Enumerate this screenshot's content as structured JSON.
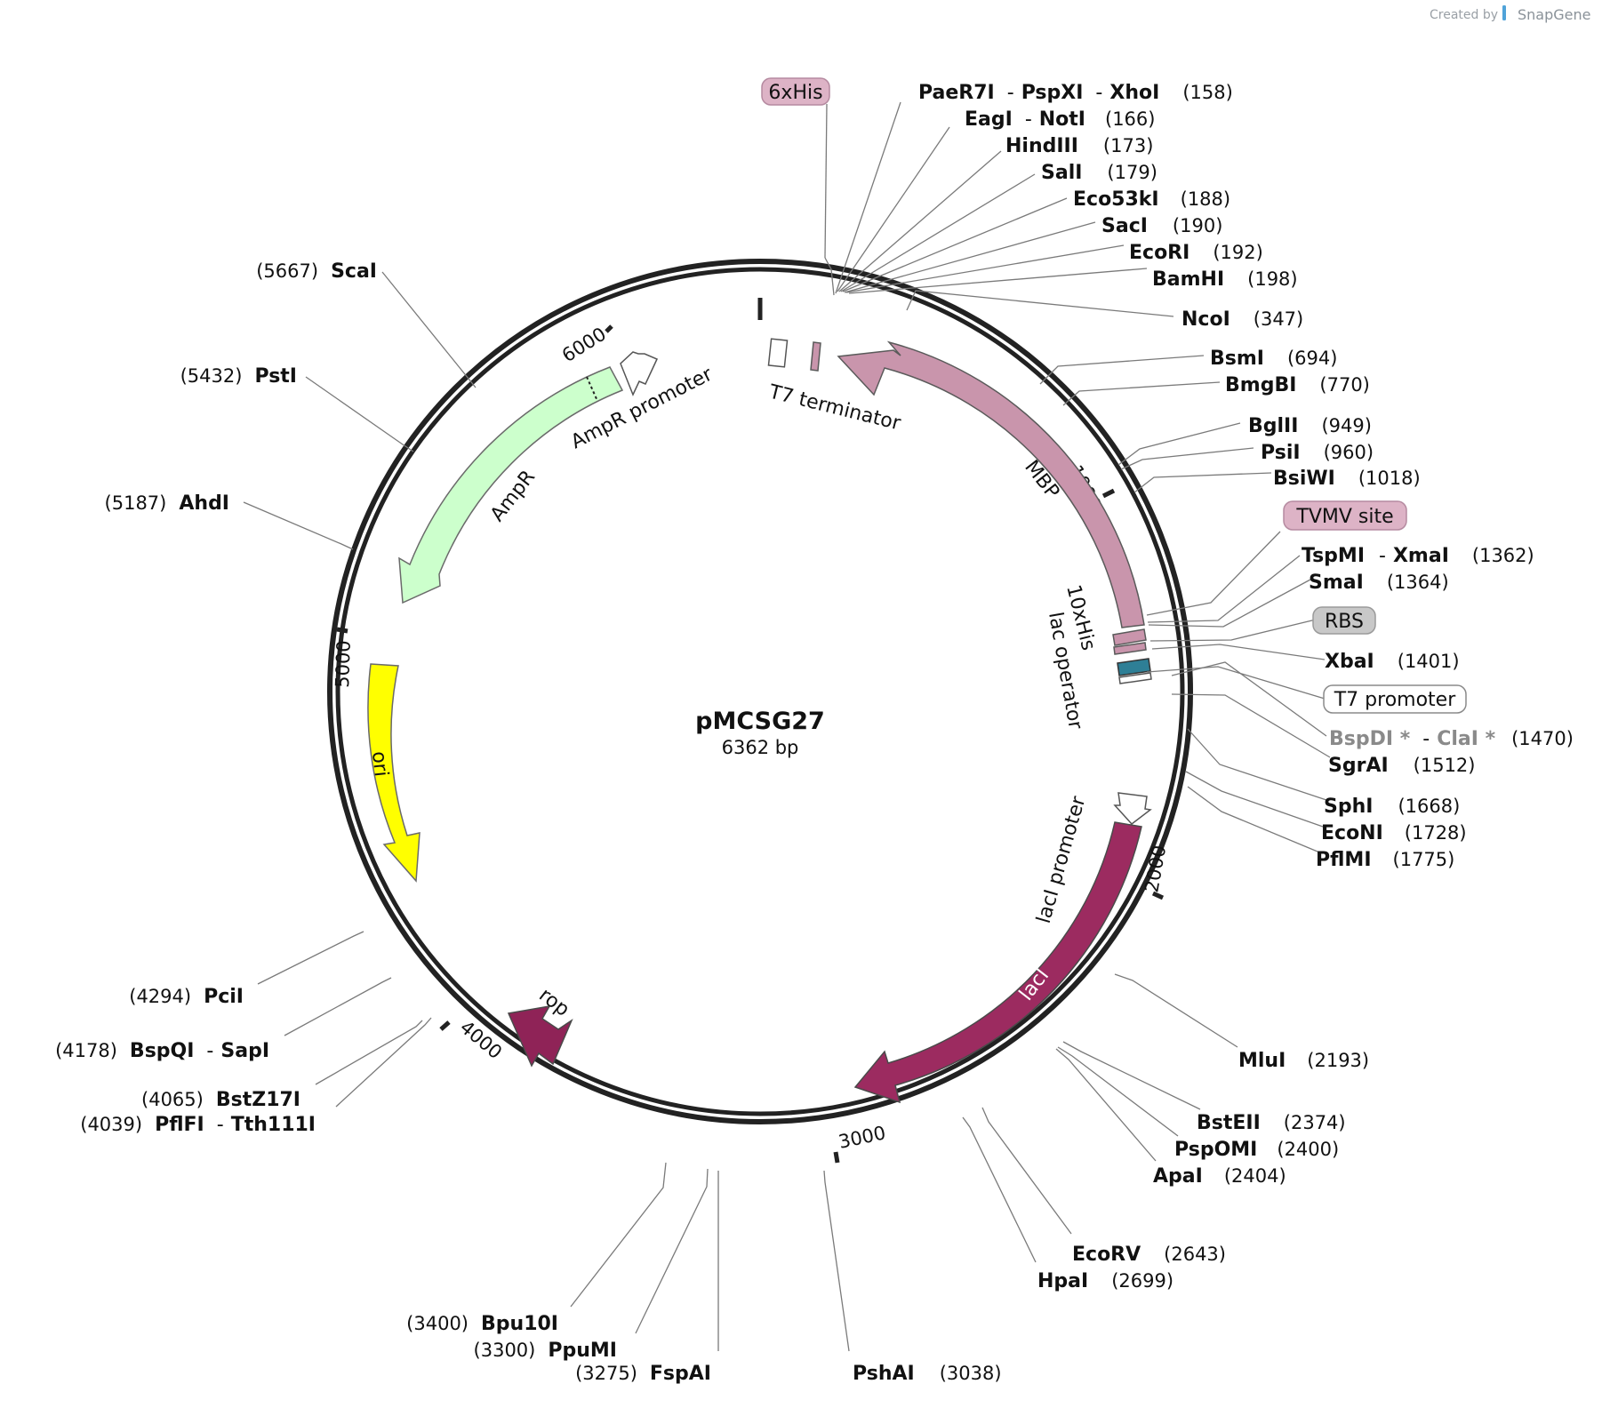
{
  "brand": {
    "created_by": "Created by",
    "product": "SnapGene",
    "accent": "#4fa3d9"
  },
  "plasmid": {
    "name": "pMCSG27",
    "length_label": "6362 bp",
    "length_bp": 6362
  },
  "ticks": [
    {
      "bp": 0,
      "label": ""
    },
    {
      "bp": 1000,
      "label": "1000"
    },
    {
      "bp": 2000,
      "label": "2000"
    },
    {
      "bp": 3000,
      "label": "3000"
    },
    {
      "bp": 4000,
      "label": "4000"
    },
    {
      "bp": 5000,
      "label": "5000"
    },
    {
      "bp": 6000,
      "label": "6000"
    }
  ],
  "features": [
    {
      "name": "MBP",
      "start": 210,
      "end": 1310,
      "color": "#c995ac",
      "label_color": "#111111",
      "direction": "forward"
    },
    {
      "name": "lacI",
      "start": 1880,
      "end": 2960,
      "color": "#9c2b60",
      "label_color": "#ffffff",
      "direction": "forward"
    },
    {
      "name": "rop",
      "start": 3770,
      "end": 3960,
      "color": "#8f2357",
      "label_color": "#111111",
      "direction": "reverse"
    },
    {
      "name": "ori",
      "start": 4320,
      "end": 4910,
      "color": "#ffff00",
      "label_color": "#111111",
      "direction": "reverse"
    },
    {
      "name": "AmpR",
      "start": 5220,
      "end": 5920,
      "color": "#ccffcc",
      "label_color": "#111111",
      "direction": "reverse"
    },
    {
      "name": "AmpR promoter",
      "start": 5930,
      "end": 6040,
      "color": "#ffffff",
      "label_color": "#111111",
      "direction": "reverse"
    },
    {
      "name": "lacI promoter",
      "start": 1800,
      "end": 1870,
      "color": "#ffffff",
      "label_color": "#111111",
      "direction": "reverse"
    },
    {
      "name": "T7 terminator",
      "start": 6300,
      "end": 6340,
      "color": "#ffffff",
      "label_color": "#111111",
      "direction": "none"
    },
    {
      "name": "10xHis",
      "start": 1330,
      "end": 1360,
      "color": "#c995ac",
      "label_color": "#111111",
      "direction": "none"
    },
    {
      "name": "lac operator",
      "start": 1425,
      "end": 1450,
      "color": "#2e7f96",
      "label_color": "#111111",
      "direction": "none"
    }
  ],
  "feature_boxes": [
    {
      "label": "6xHis",
      "fill": "#ddb3c6",
      "stroke": "#b58aa0"
    },
    {
      "label": "TVMV site",
      "fill": "#ddb3c6",
      "stroke": "#b58aa0"
    },
    {
      "label": "RBS",
      "fill": "#c8c8c8",
      "stroke": "#9a9a9a"
    },
    {
      "label": "T7 promoter",
      "fill": "#ffffff",
      "stroke": "#8a8a8a"
    }
  ],
  "sites": [
    {
      "id": "paer7i",
      "names": [
        "PaeR7I",
        "PspXI",
        "XhoI"
      ],
      "pos": "(158)",
      "bp": 158
    },
    {
      "id": "eagi",
      "names": [
        "EagI",
        "NotI"
      ],
      "pos": "(166)",
      "bp": 166
    },
    {
      "id": "hindiii",
      "names": [
        "HindIII"
      ],
      "pos": "(173)",
      "bp": 173
    },
    {
      "id": "sali",
      "names": [
        "SalI"
      ],
      "pos": "(179)",
      "bp": 179
    },
    {
      "id": "eco53ki",
      "names": [
        "Eco53kI"
      ],
      "pos": "(188)",
      "bp": 188
    },
    {
      "id": "saci",
      "names": [
        "SacI"
      ],
      "pos": "(190)",
      "bp": 190
    },
    {
      "id": "ecori",
      "names": [
        "EcoRI"
      ],
      "pos": "(192)",
      "bp": 192
    },
    {
      "id": "bamhi",
      "names": [
        "BamHI"
      ],
      "pos": "(198)",
      "bp": 198
    },
    {
      "id": "ncoi",
      "names": [
        "NcoI"
      ],
      "pos": "(347)",
      "bp": 347
    },
    {
      "id": "bsmi",
      "names": [
        "BsmI"
      ],
      "pos": "(694)",
      "bp": 694
    },
    {
      "id": "bmgbi",
      "names": [
        "BmgBI"
      ],
      "pos": "(770)",
      "bp": 770
    },
    {
      "id": "bglii",
      "names": [
        "BglII"
      ],
      "pos": "(949)",
      "bp": 949
    },
    {
      "id": "psii",
      "names": [
        "PsiI"
      ],
      "pos": "(960)",
      "bp": 960
    },
    {
      "id": "bsiwi",
      "names": [
        "BsiWI"
      ],
      "pos": "(1018)",
      "bp": 1018
    },
    {
      "id": "tspmi",
      "names": [
        "TspMI",
        "XmaI"
      ],
      "pos": "(1362)",
      "bp": 1362
    },
    {
      "id": "smai",
      "names": [
        "SmaI"
      ],
      "pos": "(1364)",
      "bp": 1364
    },
    {
      "id": "xbai",
      "names": [
        "XbaI"
      ],
      "pos": "(1401)",
      "bp": 1401
    },
    {
      "id": "bspdi",
      "names": [
        "BspDI *",
        "ClaI *"
      ],
      "pos": "(1470)",
      "bp": 1470
    },
    {
      "id": "sgrai",
      "names": [
        "SgrAI"
      ],
      "pos": "(1512)",
      "bp": 1512
    },
    {
      "id": "sphi",
      "names": [
        "SphI"
      ],
      "pos": "(1668)",
      "bp": 1668
    },
    {
      "id": "econi",
      "names": [
        "EcoNI"
      ],
      "pos": "(1728)",
      "bp": 1728
    },
    {
      "id": "pflmi",
      "names": [
        "PflMI"
      ],
      "pos": "(1775)",
      "bp": 1775
    },
    {
      "id": "mlui",
      "names": [
        "MluI"
      ],
      "pos": "(2193)",
      "bp": 2193
    },
    {
      "id": "bsteii",
      "names": [
        "BstEII"
      ],
      "pos": "(2374)",
      "bp": 2374
    },
    {
      "id": "pspomi",
      "names": [
        "PspOMI"
      ],
      "pos": "(2400)",
      "bp": 2400
    },
    {
      "id": "apai",
      "names": [
        "ApaI"
      ],
      "pos": "(2404)",
      "bp": 2404
    },
    {
      "id": "ecorv",
      "names": [
        "EcoRV"
      ],
      "pos": "(2643)",
      "bp": 2643
    },
    {
      "id": "hpai",
      "names": [
        "HpaI"
      ],
      "pos": "(2699)",
      "bp": 2699
    },
    {
      "id": "pshai",
      "names": [
        "PshAI"
      ],
      "pos": "(3038)",
      "bp": 3038
    },
    {
      "id": "fspai",
      "names": [
        "FspAI"
      ],
      "pos": "(3275)",
      "bp": 3275
    },
    {
      "id": "ppumi",
      "names": [
        "PpuMI"
      ],
      "pos": "(3300)",
      "bp": 3300
    },
    {
      "id": "bpu10i",
      "names": [
        "Bpu10I"
      ],
      "pos": "(3400)",
      "bp": 3400
    },
    {
      "id": "pflfi",
      "names": [
        "PflFI",
        "Tth111I"
      ],
      "pos": "(4039)",
      "bp": 4039
    },
    {
      "id": "bstz17i",
      "names": [
        "BstZ17I"
      ],
      "pos": "(4065)",
      "bp": 4065
    },
    {
      "id": "bspqi",
      "names": [
        "BspQI",
        "SapI"
      ],
      "pos": "(4178)",
      "bp": 4178
    },
    {
      "id": "pcii",
      "names": [
        "PciI"
      ],
      "pos": "(4294)",
      "bp": 4294
    },
    {
      "id": "ahdi",
      "names": [
        "AhdI"
      ],
      "pos": "(5187)",
      "bp": 5187
    },
    {
      "id": "psti",
      "names": [
        "PstI"
      ],
      "pos": "(5432)",
      "bp": 5432
    },
    {
      "id": "scai",
      "names": [
        "ScaI"
      ],
      "pos": "(5667)",
      "bp": 5667
    }
  ]
}
